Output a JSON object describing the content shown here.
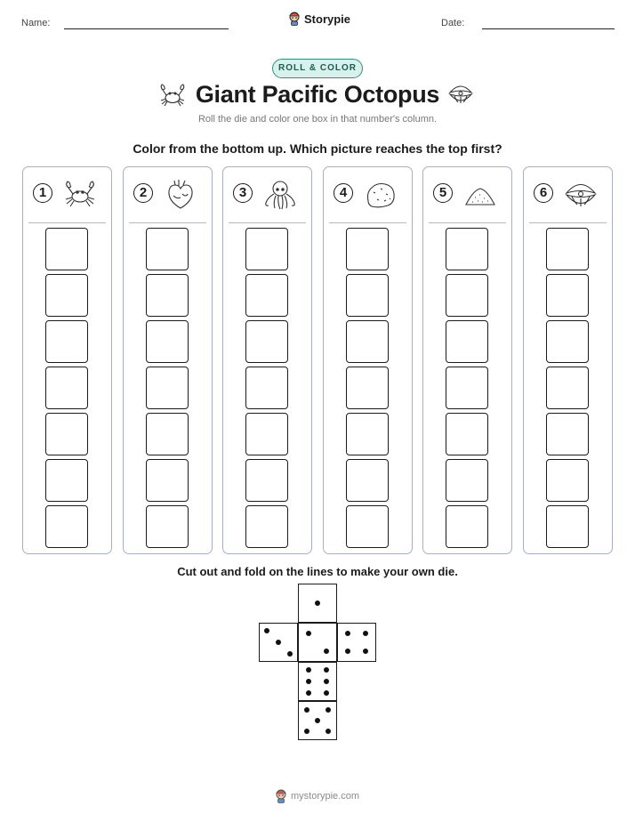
{
  "header": {
    "name_label": "Name:",
    "date_label": "Date:",
    "brand": "Storypie"
  },
  "badge": "ROLL & COLOR",
  "title": "Giant Pacific Octopus",
  "subtitle": "Roll the die and color one box in that number's column.",
  "instruction": "Color from the bottom up. Which picture reaches the top first?",
  "columns": [
    {
      "number": "1",
      "icon": "crab-icon"
    },
    {
      "number": "2",
      "icon": "heart-organ-icon"
    },
    {
      "number": "3",
      "icon": "octopus-icon"
    },
    {
      "number": "4",
      "icon": "rock-icon"
    },
    {
      "number": "5",
      "icon": "sand-pile-icon"
    },
    {
      "number": "6",
      "icon": "clam-shell-icon"
    }
  ],
  "boxes_per_column": 7,
  "die": {
    "caption": "Cut out and fold on the lines to make your own die.",
    "faces": [
      1,
      3,
      2,
      4,
      6,
      5
    ]
  },
  "footer": "mystorypie.com",
  "colors": {
    "badge_border": "#2f8f82",
    "badge_fill": "#d8f1ec",
    "column_border": "#a7afc4"
  }
}
